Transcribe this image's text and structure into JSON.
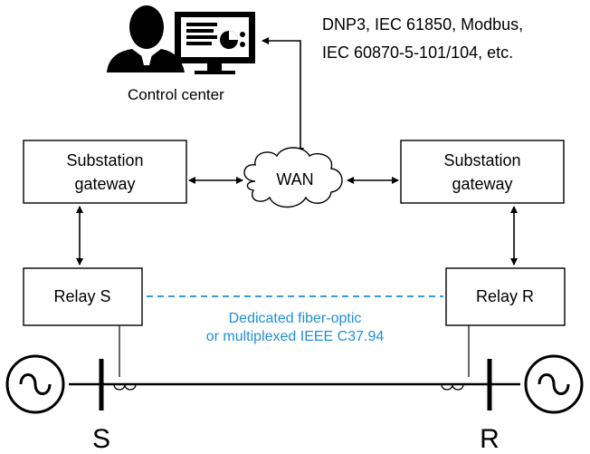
{
  "protocols": {
    "line1": "DNP3, IEC 61850, Modbus,",
    "line2": "IEC 60870-5-101/104, etc."
  },
  "control_center": {
    "label": "Control center"
  },
  "wan": {
    "label": "WAN"
  },
  "gateway_left": {
    "line1": "Substation",
    "line2": "gateway"
  },
  "gateway_right": {
    "line1": "Substation",
    "line2": "gateway"
  },
  "relay_s": {
    "label": "Relay S"
  },
  "relay_r": {
    "label": "Relay R"
  },
  "link": {
    "line1": "Dedicated fiber-optic",
    "line2": "or multiplexed IEEE C37.94",
    "color": "#1f8fd6"
  },
  "bus_s": {
    "label": "S"
  },
  "bus_r": {
    "label": "R"
  },
  "icons": [
    "operator-icon",
    "monitor-icon",
    "generator-icon",
    "current-transformer-icon"
  ]
}
